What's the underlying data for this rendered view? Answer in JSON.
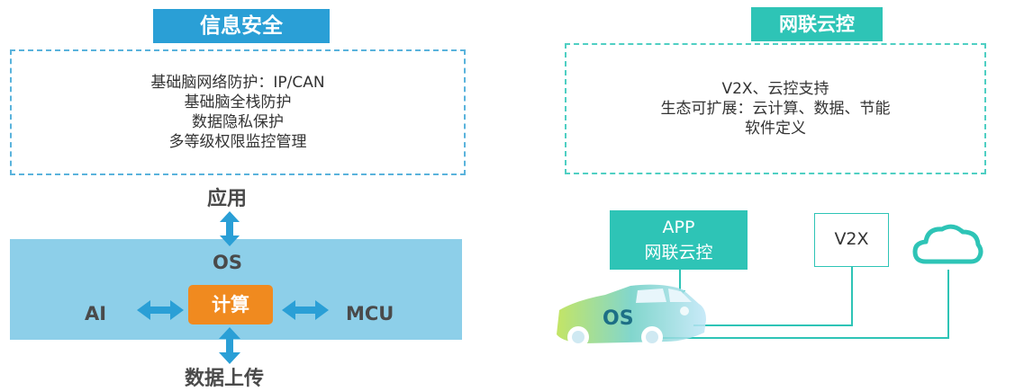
{
  "left": {
    "title": "信息安全",
    "lines": [
      "基础脑网络防护：IP/CAN",
      "基础脑全栈防护",
      "数据隐私保护",
      "多等级权限监控管理"
    ],
    "app_label": "应用",
    "os_label": "OS",
    "ai_label": "AI",
    "calc_label": "计算",
    "mcu_label": "MCU",
    "upload_label": "数据上传"
  },
  "right": {
    "title": "网联云控",
    "lines": [
      "V2X、云控支持",
      "生态可扩展：云计算、数据、节能",
      "软件定义"
    ],
    "app_box_line1": "APP",
    "app_box_line2": "网联云控",
    "v2x_label": "V2X",
    "car_os_label": "OS"
  },
  "colors": {
    "blue": "#2a9fd6",
    "teal": "#2ec4b6",
    "band": "#8dcfe9",
    "orange": "#f08a1f"
  },
  "icons": [
    "double-arrow-icon",
    "cloud-icon",
    "car-icon"
  ]
}
